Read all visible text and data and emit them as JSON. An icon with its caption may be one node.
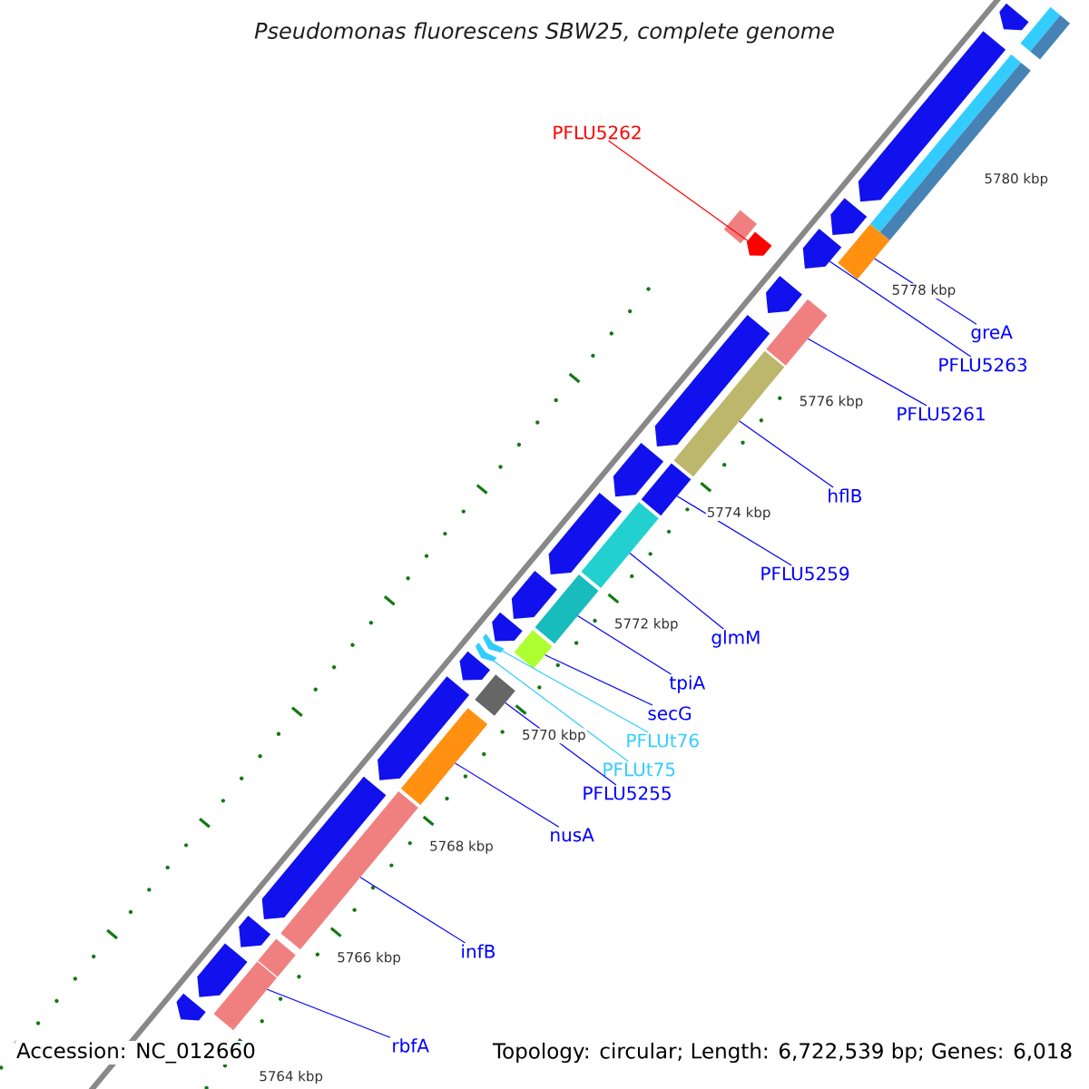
{
  "diagram": {
    "title": "Pseudomonas fluorescens SBW25, complete genome",
    "nodes": [
      {
        "text": [
          "PFLU5262"
        ]
      },
      {
        "text": [
          "greA"
        ]
      },
      {
        "text": [
          "PFLU5263"
        ]
      },
      {
        "text": [
          "PFLU5261"
        ]
      },
      {
        "text": [
          "hflB"
        ]
      },
      {
        "text": [
          "PFLU5259"
        ]
      },
      {
        "text": [
          "glmM"
        ]
      },
      {
        "text": [
          "tpiA"
        ]
      },
      {
        "text": [
          "secG"
        ]
      },
      {
        "text": [
          "PFLUt76"
        ]
      },
      {
        "text": [
          "PFLUt75"
        ]
      },
      {
        "text": [
          "PFLU5255"
        ]
      },
      {
        "text": [
          "nusA"
        ]
      },
      {
        "text": [
          "infB"
        ]
      },
      {
        "text": [
          "rbfA"
        ]
      },
      {
        "text": [],
        "shape": "pentagon"
      },
      {
        "text": [],
        "shape": "bar"
      },
      {
        "text": [],
        "shape": "arrow"
      },
      {
        "text": [],
        "shape": "bar"
      },
      {
        "text": [],
        "shape": "bar"
      },
      {
        "text": [],
        "shape": "bar"
      },
      {
        "text": [],
        "shape": "bar"
      },
      {
        "text": [],
        "shape": "bar"
      },
      {
        "text": [],
        "shape": "bar"
      },
      {
        "text": [],
        "shape": "chevron"
      },
      {
        "text": [],
        "shape": "chevron"
      },
      {
        "text": [],
        "shape": "bar"
      },
      {
        "text": [],
        "shape": "bar"
      },
      {
        "text": [],
        "shape": "bar"
      },
      {
        "text": [],
        "shape": "bar"
      },
      {
        "text": [],
        "shape": "arrow"
      },
      {
        "text": [],
        "shape": "arrow"
      },
      {
        "text": [],
        "shape": "arrow"
      },
      {
        "text": [],
        "shape": "arrow"
      },
      {
        "text": [],
        "shape": "arrow"
      },
      {
        "text": [],
        "shape": "arrow"
      },
      {
        "text": [],
        "shape": "arrow"
      },
      {
        "text": [],
        "shape": "arrow"
      },
      {
        "text": [],
        "shape": "arrow"
      },
      {
        "text": [],
        "shape": "arrow"
      },
      {
        "text": [],
        "shape": "arrow"
      },
      {
        "text": [],
        "shape": "arrow"
      },
      {
        "text": [],
        "shape": "arrow"
      },
      {
        "text": [],
        "shape": "arrow"
      },
      {
        "text": [],
        "shape": "arrow"
      },
      {
        "text": [],
        "shape": "bar"
      },
      {
        "text": [],
        "shape": "bar"
      },
      {
        "text": [],
        "shape": "bar"
      },
      {
        "text": [],
        "shape": "bar"
      },
      {
        "text": [],
        "shape": "bar"
      }
    ],
    "edges": [
      {
        "from": 0,
        "to": 15,
        "arrow": "none",
        "color": "#ff0000"
      },
      {
        "from": 1,
        "to": 16,
        "arrow": "none"
      },
      {
        "from": 2,
        "to": 17,
        "arrow": "none"
      },
      {
        "from": 3,
        "to": 18,
        "arrow": "none"
      },
      {
        "from": 4,
        "to": 19,
        "arrow": "none"
      },
      {
        "from": 5,
        "to": 20,
        "arrow": "none"
      },
      {
        "from": 6,
        "to": 21,
        "arrow": "none"
      },
      {
        "from": 7,
        "to": 22,
        "arrow": "none"
      },
      {
        "from": 8,
        "to": 23,
        "arrow": "none"
      },
      {
        "from": 9,
        "to": 24,
        "arrow": "none",
        "color": "#33ccff"
      },
      {
        "from": 10,
        "to": 25,
        "arrow": "none",
        "color": "#33ccff"
      },
      {
        "from": 11,
        "to": 26,
        "arrow": "none"
      },
      {
        "from": 12,
        "to": 27,
        "arrow": "none"
      },
      {
        "from": 13,
        "to": 28,
        "arrow": "none"
      },
      {
        "from": 14,
        "to": 29,
        "arrow": "none"
      }
    ],
    "labels": [
      "5780 kbp",
      "5778 kbp",
      "5776 kbp",
      "5774 kbp",
      "5772 kbp",
      "5770 kbp",
      "5768 kbp",
      "5766 kbp",
      "5764 kbp",
      "Accession: NC_012660",
      "Topology: circular; Length: 6,722,539 bp; Genes: 6,018"
    ]
  }
}
